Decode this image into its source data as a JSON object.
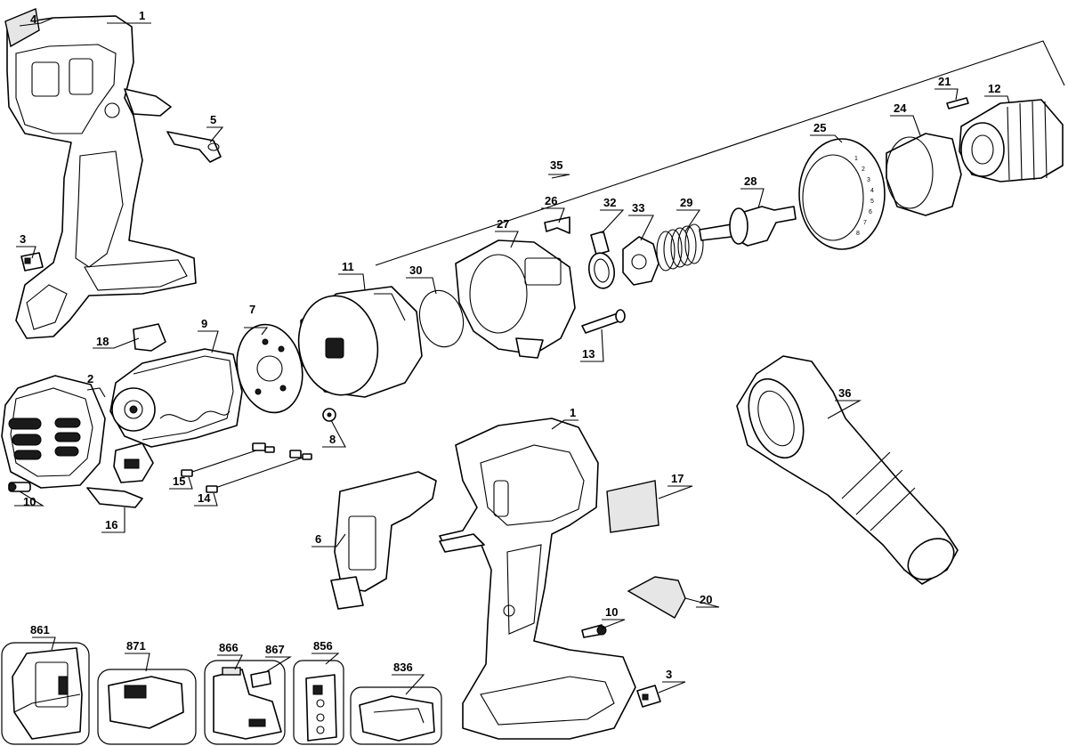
{
  "parts": {
    "p1a": "1",
    "p1b": "1",
    "p2": "2",
    "p3a": "3",
    "p3b": "3",
    "p4": "4",
    "p5": "5",
    "p6": "6",
    "p7": "7",
    "p8": "8",
    "p9": "9",
    "p10a": "10",
    "p10b": "10",
    "p11": "11",
    "p12": "12",
    "p13": "13",
    "p14": "14",
    "p15": "15",
    "p16": "16",
    "p17": "17",
    "p18": "18",
    "p20": "20",
    "p21": "21",
    "p24": "24",
    "p25": "25",
    "p26": "26",
    "p27": "27",
    "p28": "28",
    "p29": "29",
    "p30": "30",
    "p32": "32",
    "p33": "33",
    "p35": "35",
    "p36": "36"
  },
  "accessories": {
    "a861": "861",
    "a871": "871",
    "a866": "866",
    "a867": "867",
    "a856": "856",
    "a836": "836"
  },
  "dial_marks": [
    "1",
    "2",
    "3",
    "4",
    "5",
    "6",
    "7",
    "8"
  ]
}
